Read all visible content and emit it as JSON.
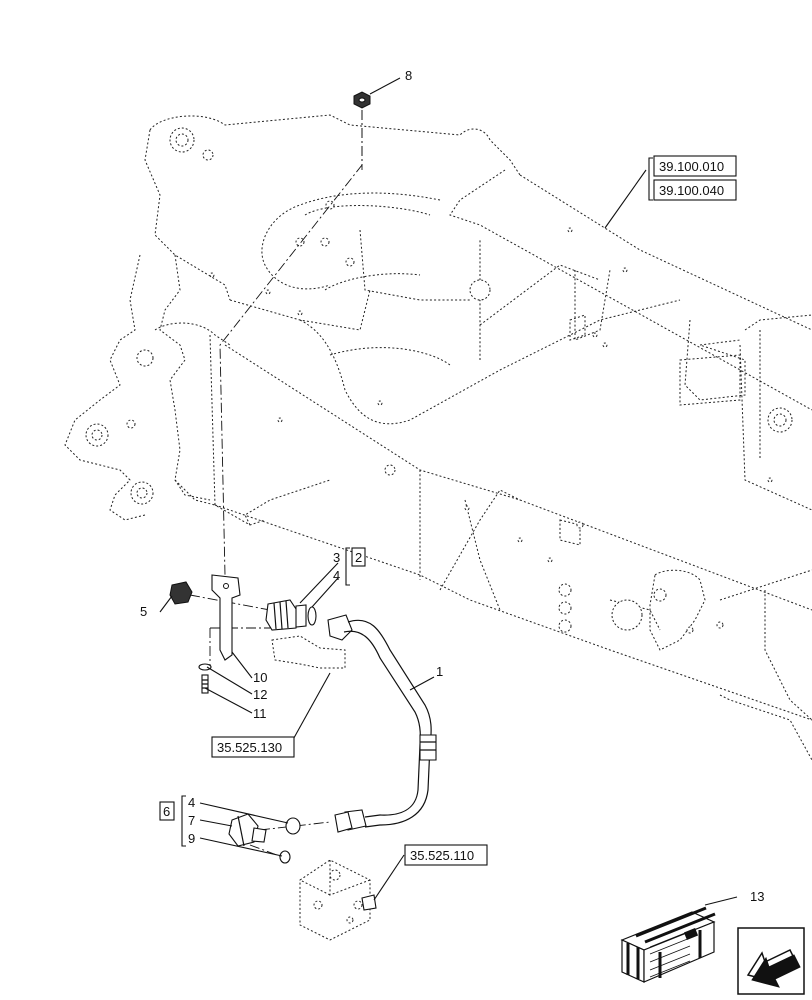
{
  "callouts": {
    "c1": "1",
    "c2": "2",
    "c3": "3",
    "c4a": "4",
    "c4b": "4",
    "c5": "5",
    "c6": "6",
    "c7": "7",
    "c8": "8",
    "c9": "9",
    "c10": "10",
    "c11": "11",
    "c12": "12",
    "c13": "13"
  },
  "references": {
    "r1": "39.100.010",
    "r2": "39.100.040",
    "r3": "35.525.130",
    "r4": "35.525.110"
  },
  "icons": {
    "nav": "arrow-next-icon",
    "kit": "crate-icon"
  }
}
